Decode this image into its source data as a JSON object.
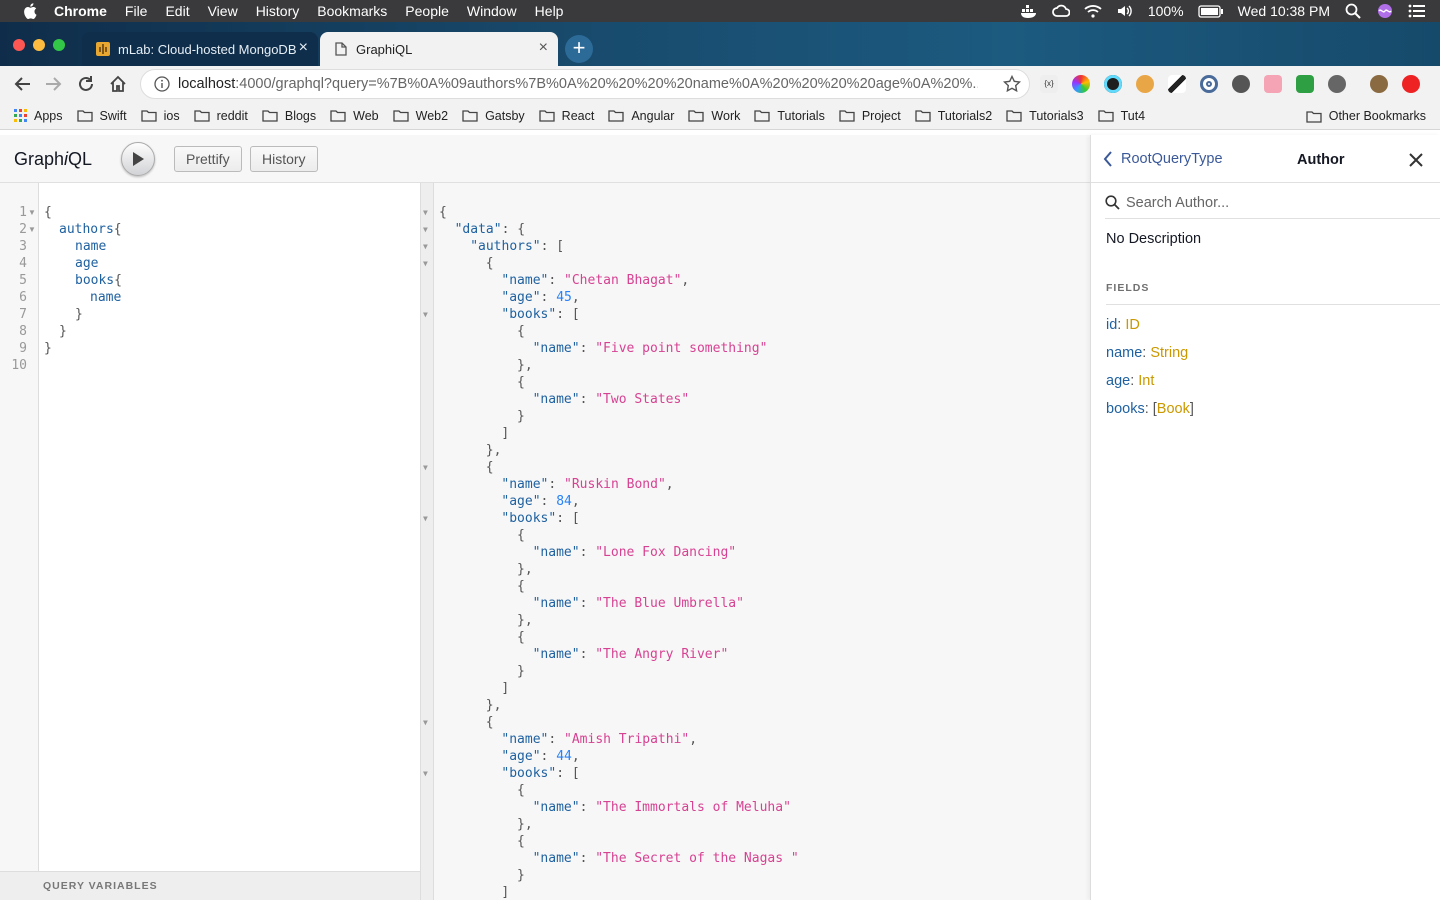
{
  "menubar": {
    "app": "Chrome",
    "items": [
      "File",
      "Edit",
      "View",
      "History",
      "Bookmarks",
      "People",
      "Window",
      "Help"
    ],
    "battery": "100%",
    "clock": "Wed 10:38 PM"
  },
  "tabs": [
    {
      "title": "mLab: Cloud-hosted MongoDB",
      "active": false
    },
    {
      "title": "GraphiQL",
      "active": true
    }
  ],
  "omnibox": {
    "host": "localhost",
    "rest": ":4000/graphql?query=%7B%0A%09authors%7B%0A%20%20%20%20name%0A%20%20%20%20age%0A%20%..."
  },
  "bookmarks": {
    "apps": "Apps",
    "folders": [
      "Swift",
      "ios",
      "reddit",
      "Blogs",
      "Web",
      "Web2",
      "Gatsby",
      "React",
      "Angular",
      "Work",
      "Tutorials",
      "Project",
      "Tutorials2",
      "Tutorials3",
      "Tut4"
    ],
    "other": "Other Bookmarks"
  },
  "graphiql": {
    "title_pre": "Graph",
    "title_i": "i",
    "title_post": "QL",
    "prettify": "Prettify",
    "history": "History",
    "query_variables": "QUERY VARIABLES"
  },
  "query_lines": [
    {
      "n": "1",
      "fold": true
    },
    {
      "n": "2",
      "fold": true
    },
    {
      "n": "3",
      "fold": false
    },
    {
      "n": "4",
      "fold": false
    },
    {
      "n": "5",
      "fold": false
    },
    {
      "n": "6",
      "fold": false
    },
    {
      "n": "7",
      "fold": false
    },
    {
      "n": "8",
      "fold": false
    },
    {
      "n": "9",
      "fold": false
    },
    {
      "n": "10",
      "fold": false
    }
  ],
  "query_text": {
    "open": "{",
    "authors": "authors",
    "name": "name",
    "age": "age",
    "books": "books",
    "brace_open": "{",
    "brace_close": "}"
  },
  "result": {
    "authors": [
      {
        "name": "Chetan Bhagat",
        "age": "45",
        "books": [
          "Five point something",
          "Two States"
        ]
      },
      {
        "name": "Ruskin Bond",
        "age": "84",
        "books": [
          "Lone Fox Dancing",
          "The Blue Umbrella",
          "The Angry River"
        ]
      },
      {
        "name": "Amish Tripathi",
        "age": "44",
        "books": [
          "The Immortals of Meluha",
          "The Secret of the Nagas "
        ]
      }
    ]
  },
  "docs": {
    "back": "RootQueryType",
    "title": "Author",
    "search_placeholder": "Search Author...",
    "description": "No Description",
    "fields_title": "FIELDS",
    "fields": [
      {
        "name": "id",
        "type": "ID",
        "list": false
      },
      {
        "name": "name",
        "type": "String",
        "list": false
      },
      {
        "name": "age",
        "type": "Int",
        "list": false
      },
      {
        "name": "books",
        "type": "Book",
        "list": true
      }
    ]
  }
}
